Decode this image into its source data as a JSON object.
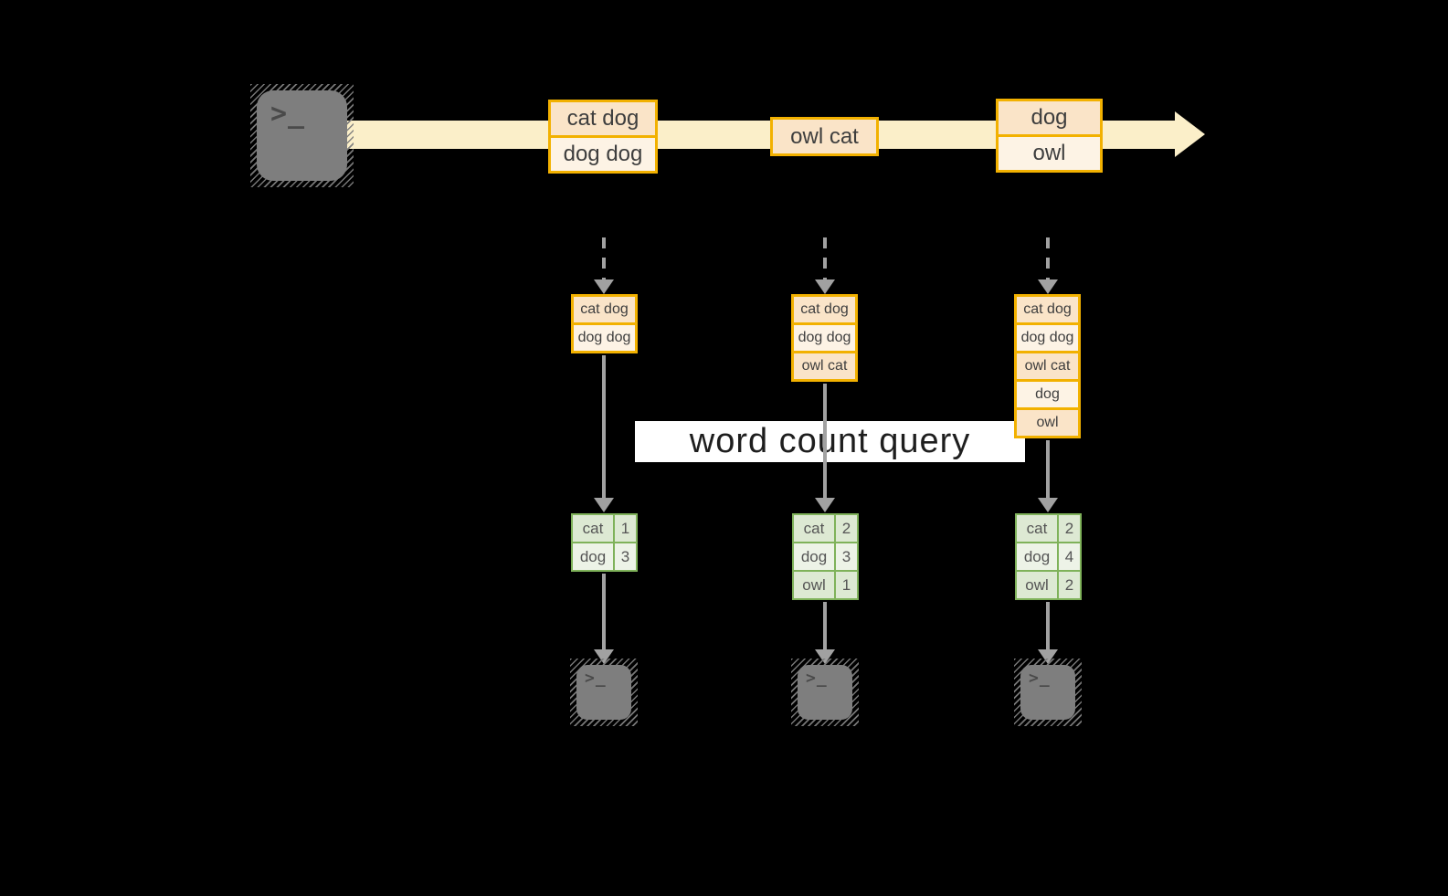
{
  "banner": {
    "label": "word count query"
  },
  "terminal_glyph": ">_",
  "colors": {
    "background": "#000000",
    "stream_band": "#FBEFC9",
    "orange_border": "#F2B100",
    "peach_fill": "#FAE4C8",
    "cream_fill": "#FDF3E5",
    "green_border": "#7FB25A",
    "green_fill_dark": "#DDE9D3",
    "green_fill_light": "#EDF3E7",
    "arrow_gray": "#A1A1A1",
    "terminal_gray": "#7E7E7E"
  },
  "stream_batches": [
    {
      "lines": [
        "cat dog",
        "dog dog"
      ]
    },
    {
      "lines": [
        "owl cat"
      ]
    },
    {
      "lines": [
        "dog",
        "owl"
      ]
    }
  ],
  "columns": [
    {
      "records": [
        "cat dog",
        "dog dog"
      ],
      "counts": [
        {
          "word": "cat",
          "count": "1"
        },
        {
          "word": "dog",
          "count": "3"
        }
      ]
    },
    {
      "records": [
        "cat dog",
        "dog dog",
        "owl cat"
      ],
      "counts": [
        {
          "word": "cat",
          "count": "2"
        },
        {
          "word": "dog",
          "count": "3"
        },
        {
          "word": "owl",
          "count": "1"
        }
      ]
    },
    {
      "records": [
        "cat dog",
        "dog dog",
        "owl cat",
        "dog",
        "owl"
      ],
      "counts": [
        {
          "word": "cat",
          "count": "2"
        },
        {
          "word": "dog",
          "count": "4"
        },
        {
          "word": "owl",
          "count": "2"
        }
      ]
    }
  ]
}
